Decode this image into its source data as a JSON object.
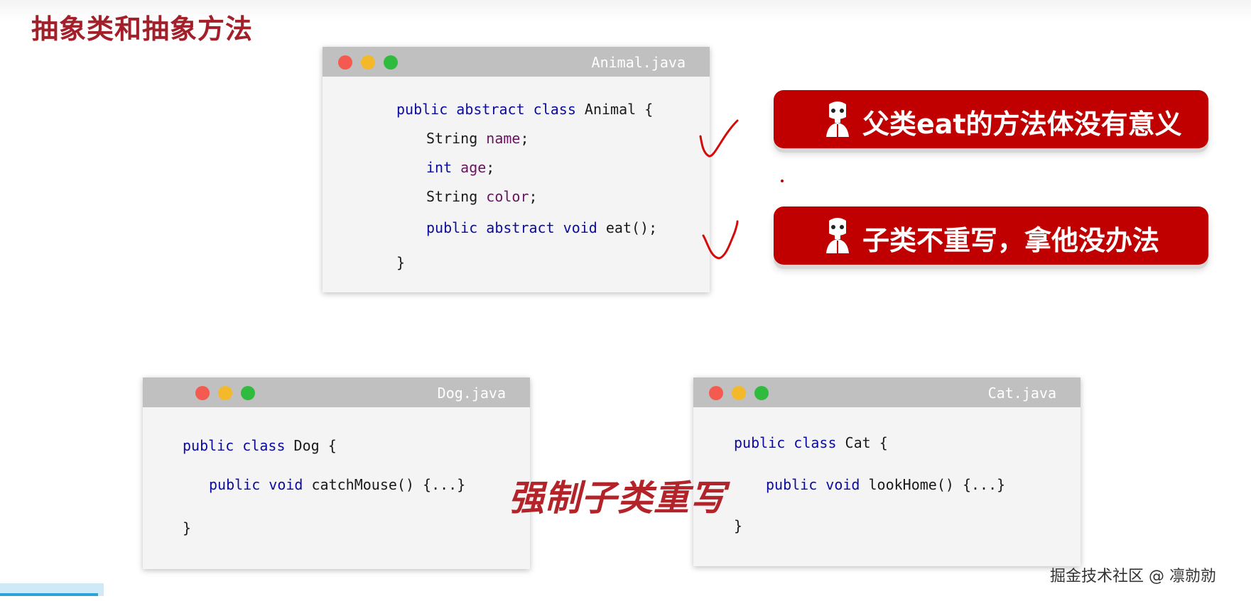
{
  "slide": {
    "title": "抽象类和抽象方法",
    "emphasis": "强制子类重写",
    "watermark": "掘金技术社区 @ 凛勍勍"
  },
  "windows": {
    "animal": {
      "filename": "Animal.java",
      "lines": {
        "l1": {
          "kw": "public abstract class",
          "rest": " Animal {"
        },
        "l2": {
          "type": "String ",
          "field": "name",
          "end": ";"
        },
        "l3": {
          "kw": "int",
          "sp": " ",
          "field": "age",
          "end": ";"
        },
        "l4": {
          "type": "String ",
          "field": "color",
          "end": ";"
        },
        "l5": {
          "kw": "public abstract void",
          "rest": " eat();"
        },
        "l6": "}"
      }
    },
    "dog": {
      "filename": "Dog.java",
      "lines": {
        "l1": {
          "kw": "public class",
          "rest": " Dog {"
        },
        "l2": {
          "kw": "public void",
          "rest": " catchMouse() {...}"
        },
        "l3": "}"
      }
    },
    "cat": {
      "filename": "Cat.java",
      "lines": {
        "l1": {
          "kw": "public class",
          "rest": " Cat {"
        },
        "l2": {
          "kw": "public void",
          "rest": " lookHome() {...}"
        },
        "l3": "}"
      }
    }
  },
  "banners": {
    "b1": {
      "text": "父类eat的方法体没有意义",
      "icon": "robot-icon"
    },
    "b2": {
      "text": "子类不重写，拿他没办法",
      "icon": "robot-icon"
    }
  },
  "colors": {
    "title": "#a3202a",
    "banner": "#c00000",
    "keyword": "#0b0b9e",
    "field": "#6a1460",
    "titlebar": "#c0c0c0",
    "code_bg": "#f4f4f4"
  }
}
